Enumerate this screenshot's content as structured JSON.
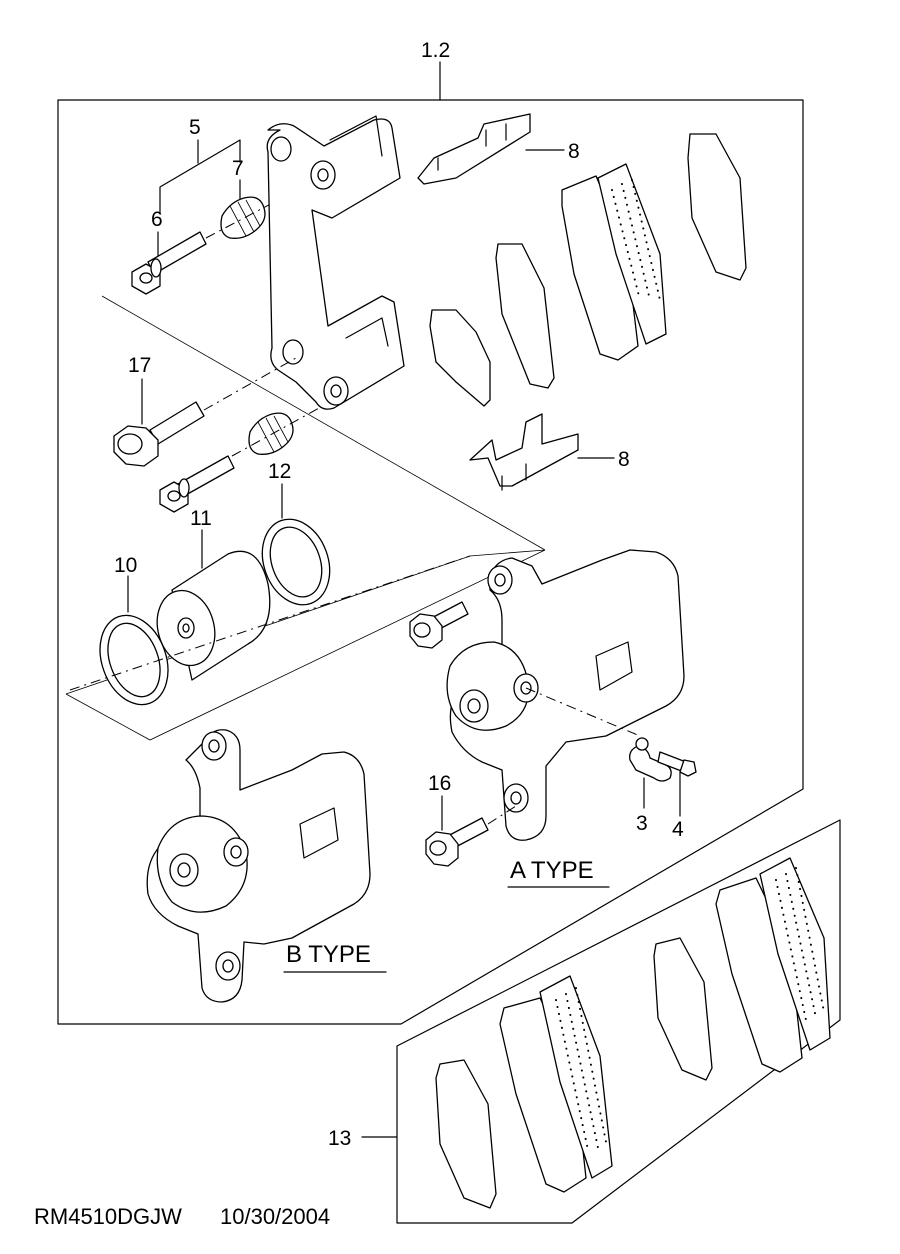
{
  "labels": {
    "assembly": "1.2",
    "pin_kit": "5",
    "guide_pin": "6",
    "boot": "7",
    "clip_upper": "8",
    "clip_lower": "8",
    "bolt_17": "17",
    "piston_seal_12": "12",
    "piston_11": "11",
    "dust_seal_10": "10",
    "bolt_16": "16",
    "bleeder_cap_3": "3",
    "bleeder_screw_4": "4",
    "pad_kit_13": "13"
  },
  "type_labels": {
    "a_type": "A TYPE",
    "b_type": "B TYPE"
  },
  "footer": {
    "drawing_code": "RM4510DGJW",
    "date": "10/30/2004"
  }
}
